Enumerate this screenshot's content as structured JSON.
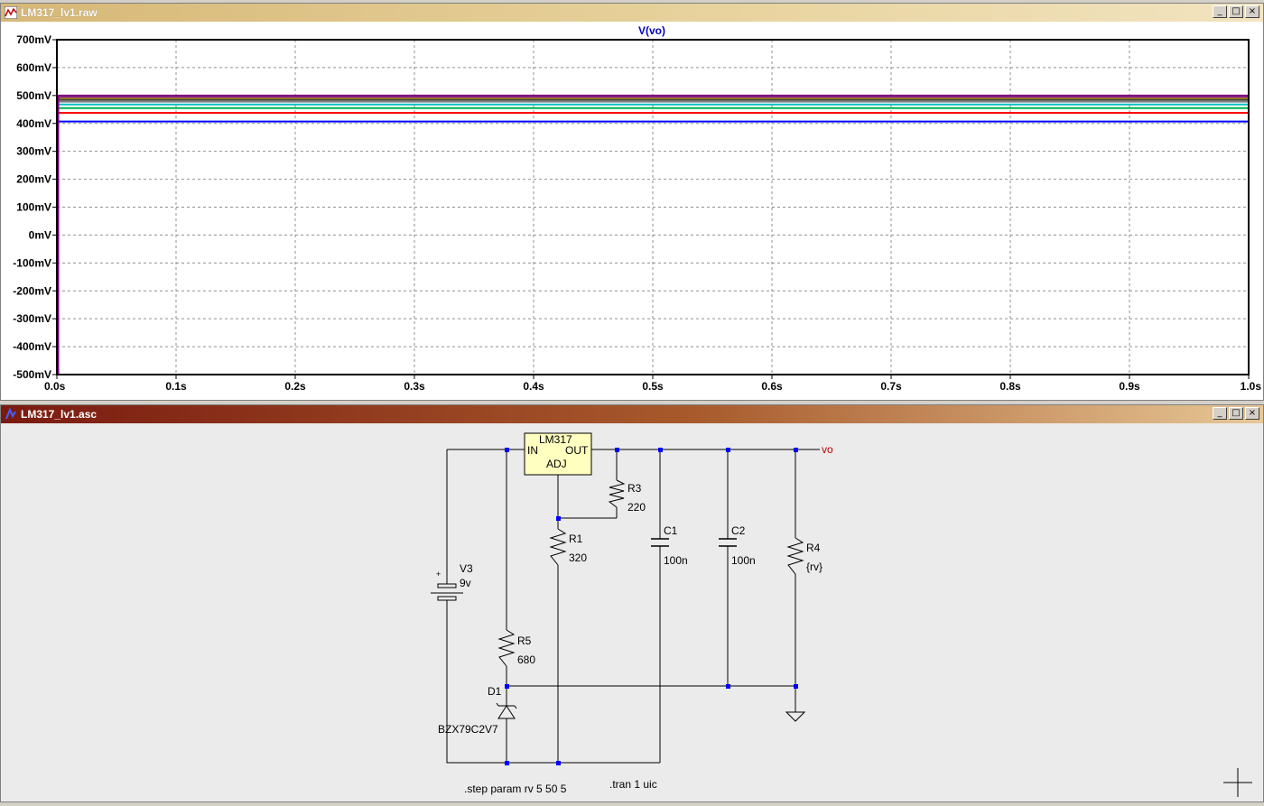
{
  "waveform_window": {
    "title": "LM317_lv1.raw",
    "trace_label": "V(vo)",
    "icon": "waveform-icon"
  },
  "schematic_window": {
    "title": "LM317_lv1.asc",
    "icon": "schematic-icon"
  },
  "window_buttons": {
    "minimize": "_",
    "restore": "□",
    "close": "×"
  },
  "chart_data": {
    "type": "line",
    "title": "V(vo)",
    "xlabel": "",
    "ylabel": "",
    "x_ticks": [
      "0.0s",
      "0.1s",
      "0.2s",
      "0.3s",
      "0.4s",
      "0.5s",
      "0.6s",
      "0.7s",
      "0.8s",
      "0.9s",
      "1.0s"
    ],
    "y_ticks": [
      "700mV",
      "600mV",
      "500mV",
      "400mV",
      "300mV",
      "200mV",
      "100mV",
      "0mV",
      "-100mV",
      "-200mV",
      "-300mV",
      "-400mV",
      "-500mV"
    ],
    "xlim": [
      0,
      1.0
    ],
    "ylim": [
      -0.5,
      0.7
    ],
    "grid": true,
    "series": [
      {
        "color": "#0000ff",
        "x": [
          0,
          1.0
        ],
        "y": [
          0.407,
          0.407
        ]
      },
      {
        "color": "#ff0000",
        "x": [
          0,
          1.0
        ],
        "y": [
          0.438,
          0.438
        ]
      },
      {
        "color": "#00b050",
        "x": [
          0,
          1.0
        ],
        "y": [
          0.455,
          0.455
        ]
      },
      {
        "color": "#00c0c0",
        "x": [
          0,
          1.0
        ],
        "y": [
          0.468,
          0.468
        ]
      },
      {
        "color": "#808080",
        "x": [
          0,
          1.0
        ],
        "y": [
          0.478,
          0.478
        ]
      },
      {
        "color": "#404040",
        "x": [
          0,
          1.0
        ],
        "y": [
          0.485,
          0.485
        ]
      },
      {
        "color": "#909000",
        "x": [
          0,
          1.0
        ],
        "y": [
          0.49,
          0.49
        ]
      },
      {
        "color": "#c000c0",
        "x": [
          0,
          1.0
        ],
        "y": [
          0.495,
          0.495
        ]
      },
      {
        "color": "#606060",
        "x": [
          0,
          1.0
        ],
        "y": [
          0.498,
          0.498
        ]
      },
      {
        "color": "#800080",
        "x": [
          0,
          1.0
        ],
        "y": [
          0.5,
          0.5
        ]
      }
    ]
  },
  "schematic": {
    "regulator": {
      "name": "LM317",
      "in": "IN",
      "out": "OUT",
      "adj": "ADJ"
    },
    "components": [
      {
        "ref": "R3",
        "value": "220"
      },
      {
        "ref": "R1",
        "value": "320"
      },
      {
        "ref": "C1",
        "value": "100n"
      },
      {
        "ref": "C2",
        "value": "100n"
      },
      {
        "ref": "R4",
        "value": "{rv}"
      },
      {
        "ref": "V3",
        "value": "9v"
      },
      {
        "ref": "R5",
        "value": "680"
      },
      {
        "ref": "D1",
        "value": "BZX79C2V7"
      }
    ],
    "net_label": "vo",
    "source_plus": "+",
    "directives": [
      ".step param rv 5 50 5",
      ".tran 1 uic"
    ]
  }
}
